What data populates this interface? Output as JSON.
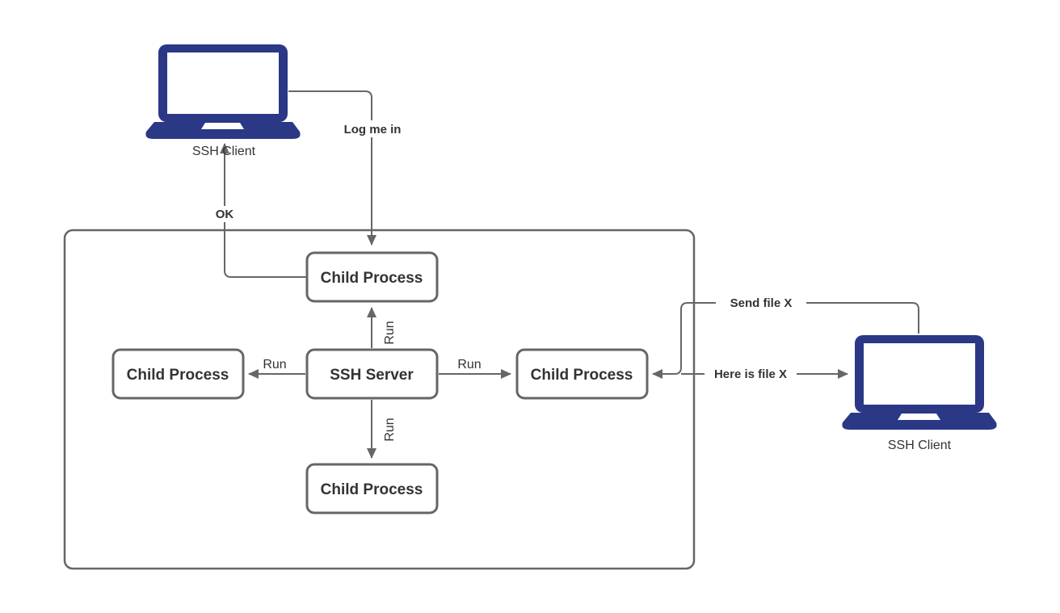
{
  "diagram": {
    "type": "flow-diagram",
    "nodes": {
      "ssh_client_left": {
        "label": "SSH Client"
      },
      "ssh_client_right": {
        "label": "SSH Client"
      },
      "ssh_server": {
        "label": "SSH Server"
      },
      "child_top": {
        "label": "Child Process"
      },
      "child_left": {
        "label": "Child Process"
      },
      "child_right": {
        "label": "Child Process"
      },
      "child_bottom": {
        "label": "Child Process"
      }
    },
    "edges": {
      "log_me_in": {
        "label": "Log me in",
        "from": "ssh_client_left",
        "to": "child_top"
      },
      "ok": {
        "label": "OK",
        "from": "child_top",
        "to": "ssh_client_left"
      },
      "run_top": {
        "label": "Run",
        "from": "ssh_server",
        "to": "child_top"
      },
      "run_left": {
        "label": "Run",
        "from": "ssh_server",
        "to": "child_left"
      },
      "run_right": {
        "label": "Run",
        "from": "ssh_server",
        "to": "child_right"
      },
      "run_bottom": {
        "label": "Run",
        "from": "ssh_server",
        "to": "child_bottom"
      },
      "send_file": {
        "label": "Send file X",
        "from": "ssh_client_right",
        "to": "child_right"
      },
      "here_is_file": {
        "label": "Here is file X",
        "from": "child_right",
        "to": "ssh_client_right"
      }
    },
    "icons": {
      "laptop_left": "laptop-icon",
      "laptop_right": "laptop-icon"
    },
    "colors": {
      "laptop": "#2b3886",
      "stroke": "#666666",
      "text": "#333333",
      "background": "#ffffff"
    }
  }
}
